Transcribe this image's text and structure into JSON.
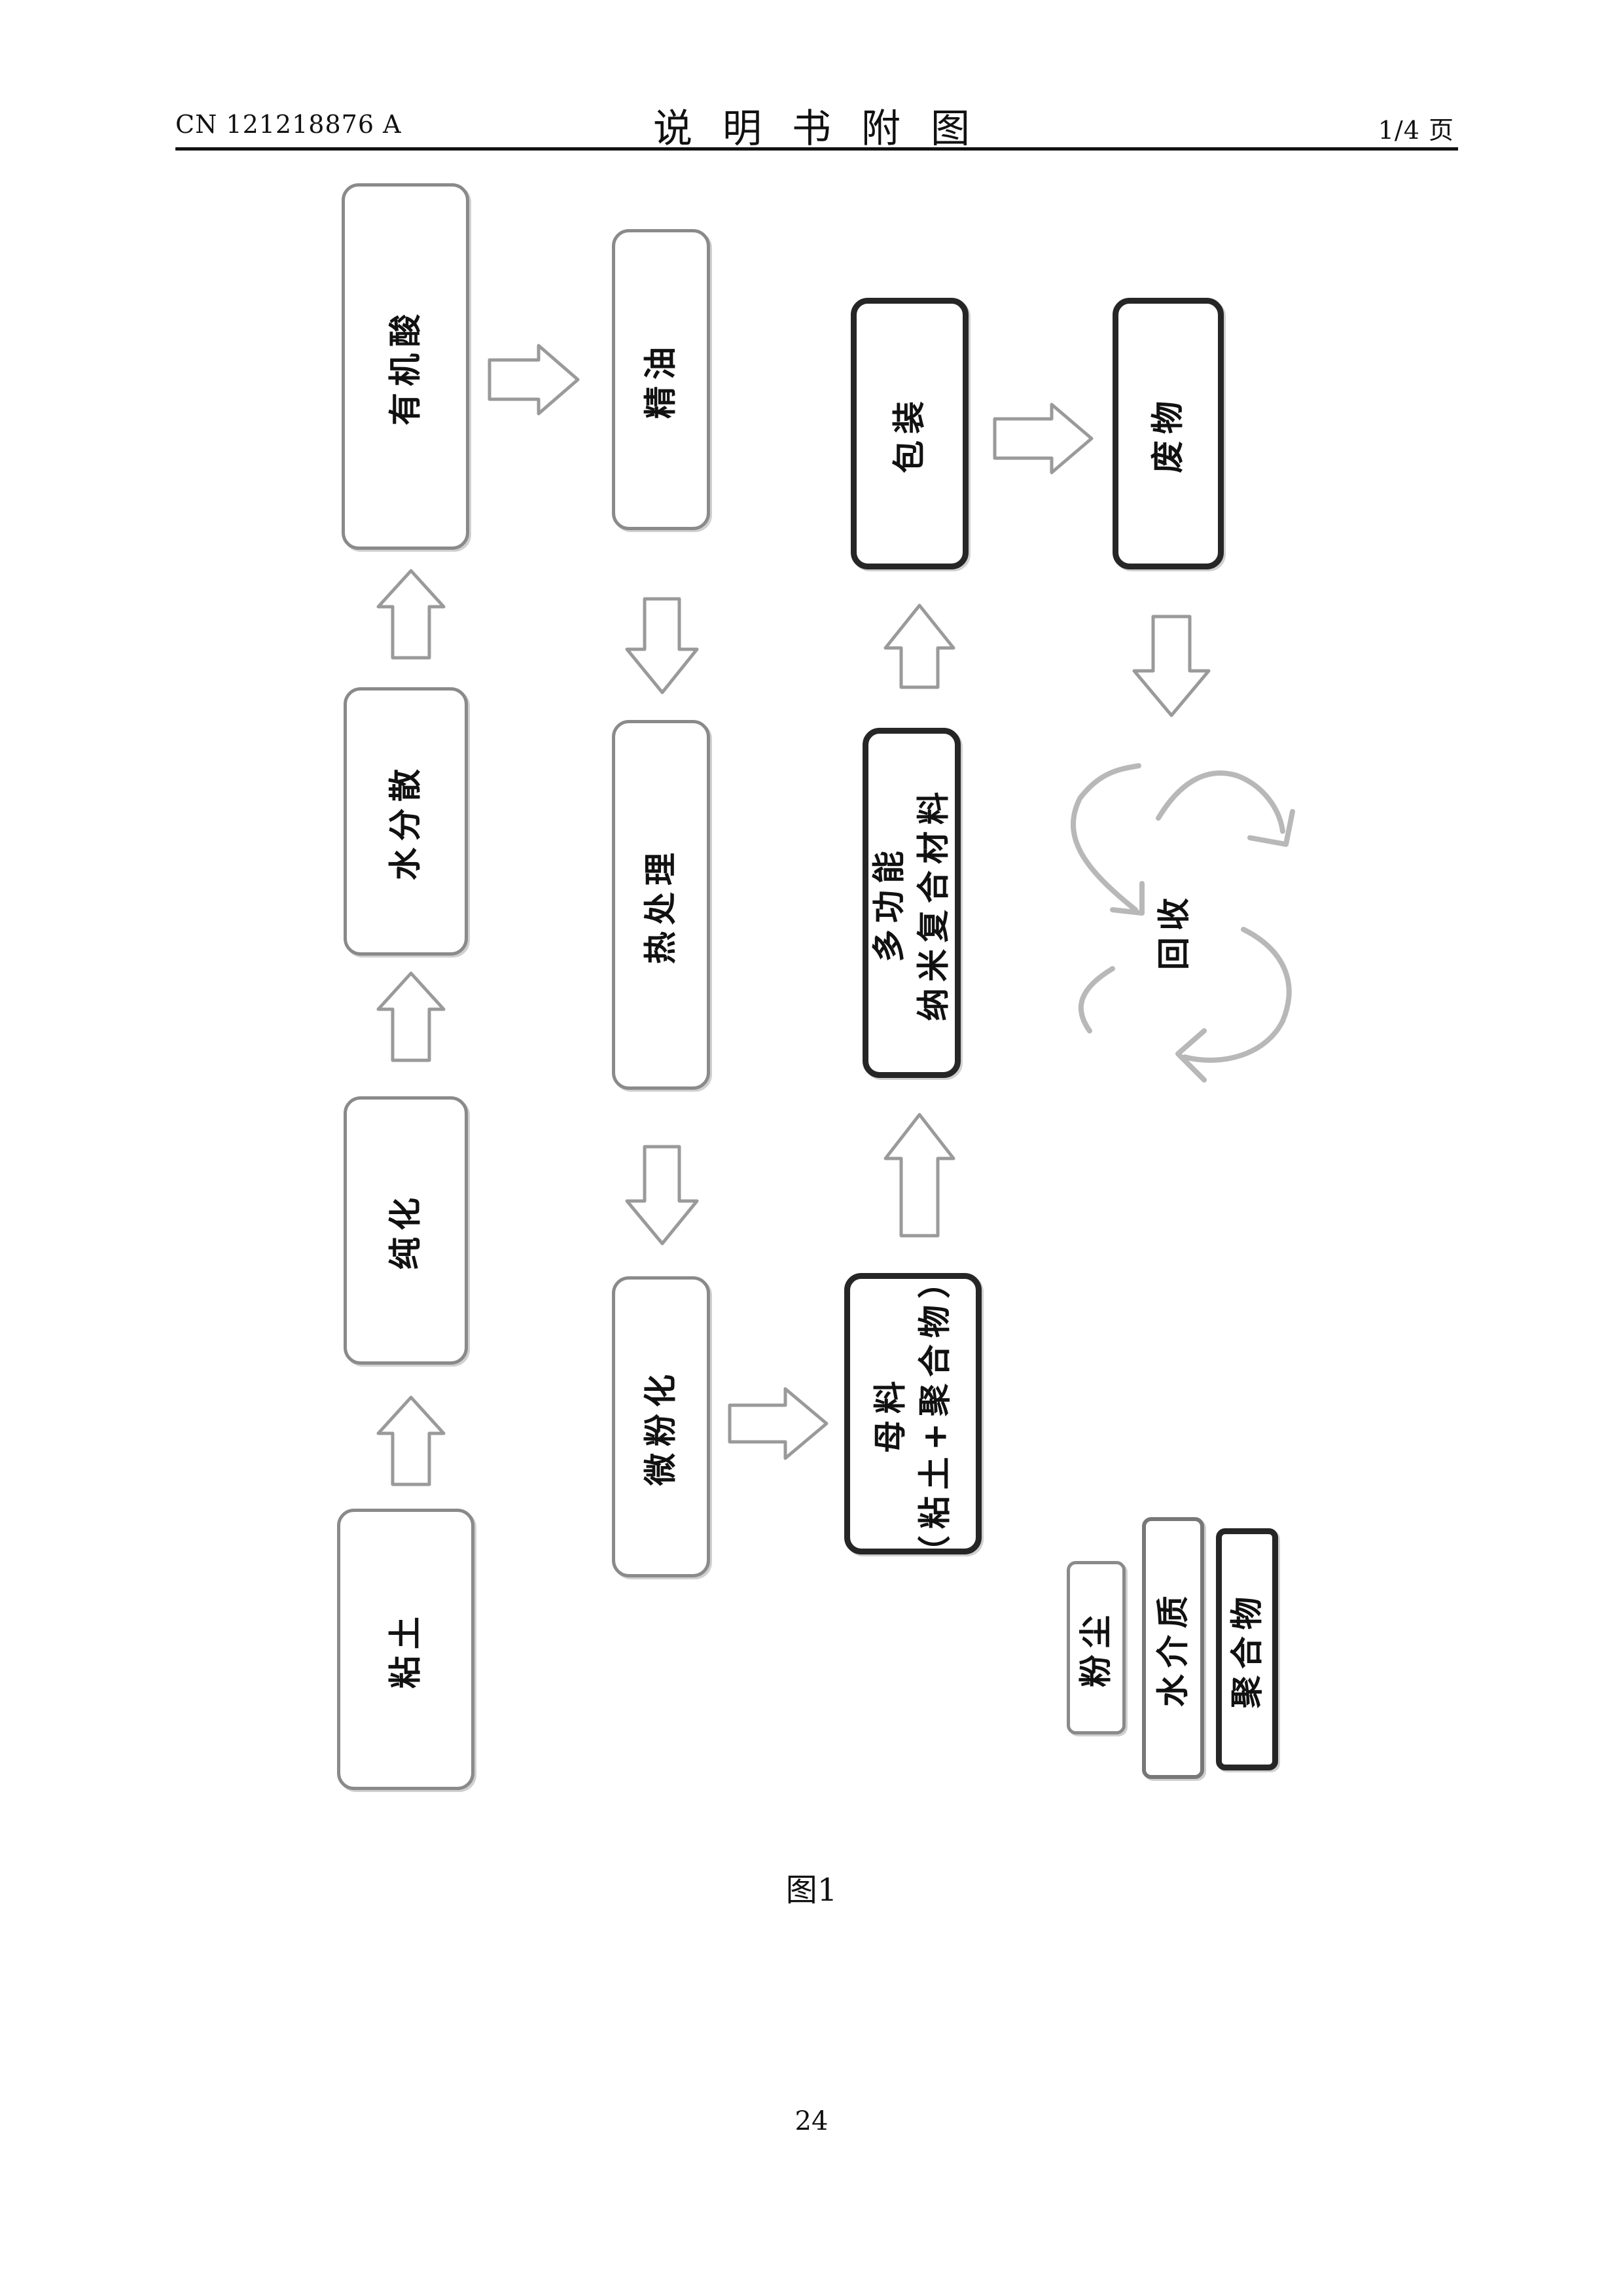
{
  "header": {
    "left": "CN 121218876 A",
    "title": "说明书附图",
    "right": "1/4 页"
  },
  "nodes": {
    "clay": "粘土",
    "purify": "纯化",
    "water_disperse": "水分散",
    "organic_acid": "有机酸",
    "refined_oil": "精油",
    "heat_treat": "热处理",
    "micronize": "微粉化",
    "masterbatch": "母料",
    "masterbatch_sub": "（粘土+聚合物）",
    "nano_line1": "多功能",
    "nano_line2": "纳米复合材料",
    "package": "包装",
    "waste": "废物",
    "recycle": "回收"
  },
  "legend": {
    "dust": "粉尘",
    "water_medium": "水介质",
    "polymer": "聚合物"
  },
  "caption": "图1",
  "page_number": "24"
}
